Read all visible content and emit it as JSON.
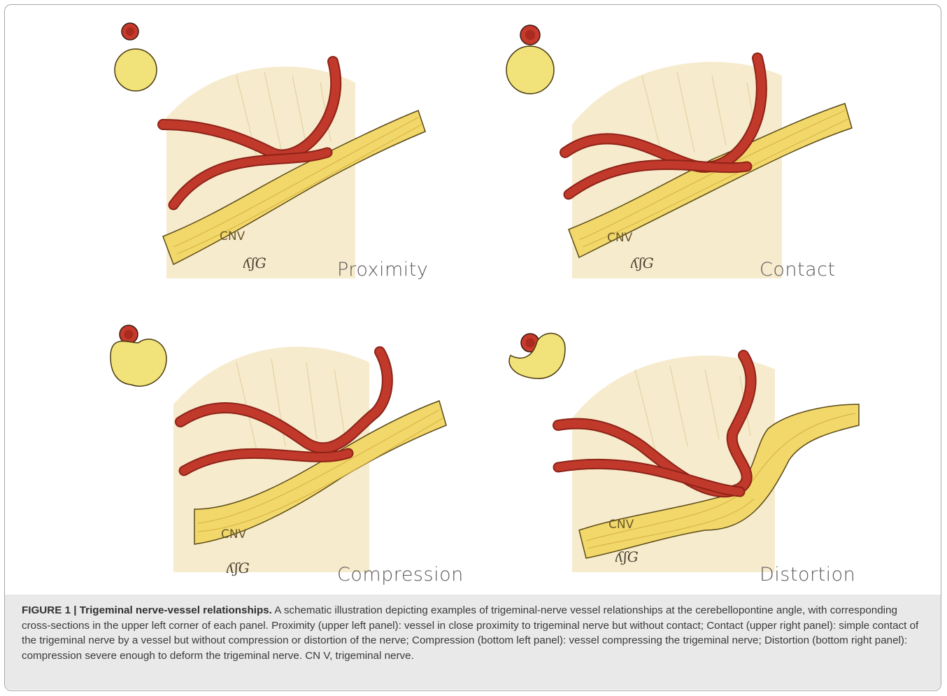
{
  "panels": [
    {
      "label": "Proximity",
      "nerve_label": "CNV",
      "signature": "ʎʃG",
      "stage": 0
    },
    {
      "label": "Contact",
      "nerve_label": "CNV",
      "signature": "ʎʃG",
      "stage": 1
    },
    {
      "label": "Compression",
      "nerve_label": "CNV",
      "signature": "ʎʃG",
      "stage": 2
    },
    {
      "label": "Distortion",
      "nerve_label": "CNV",
      "signature": "ʎʃG",
      "stage": 3
    }
  ],
  "colors": {
    "vessel": "#c0392b",
    "vessel_dark": "#8e2318",
    "nerve": "#f2d86a",
    "nerve_shadow": "#d9b548",
    "brainstem": "#f6e7c4",
    "cross_section_vessel": "#c53a2c",
    "cross_section_nerve": "#f1e27a"
  },
  "caption": {
    "title": "FIGURE 1 | Trigeminal nerve-vessel relationships.",
    "text": " A schematic illustration depicting examples of trigeminal-nerve vessel relationships at the cerebellopontine angle, with corresponding cross-sections in the upper left corner of each panel. Proximity (upper left panel): vessel in close proximity to trigeminal nerve but without contact; Contact (upper right panel): simple contact of the trigeminal nerve by a vessel but without compression or distortion of the nerve; Compression (bottom left panel): vessel compressing the trigeminal nerve; Distortion (bottom right panel): compression severe enough to deform the trigeminal nerve. CN V, trigeminal nerve."
  }
}
